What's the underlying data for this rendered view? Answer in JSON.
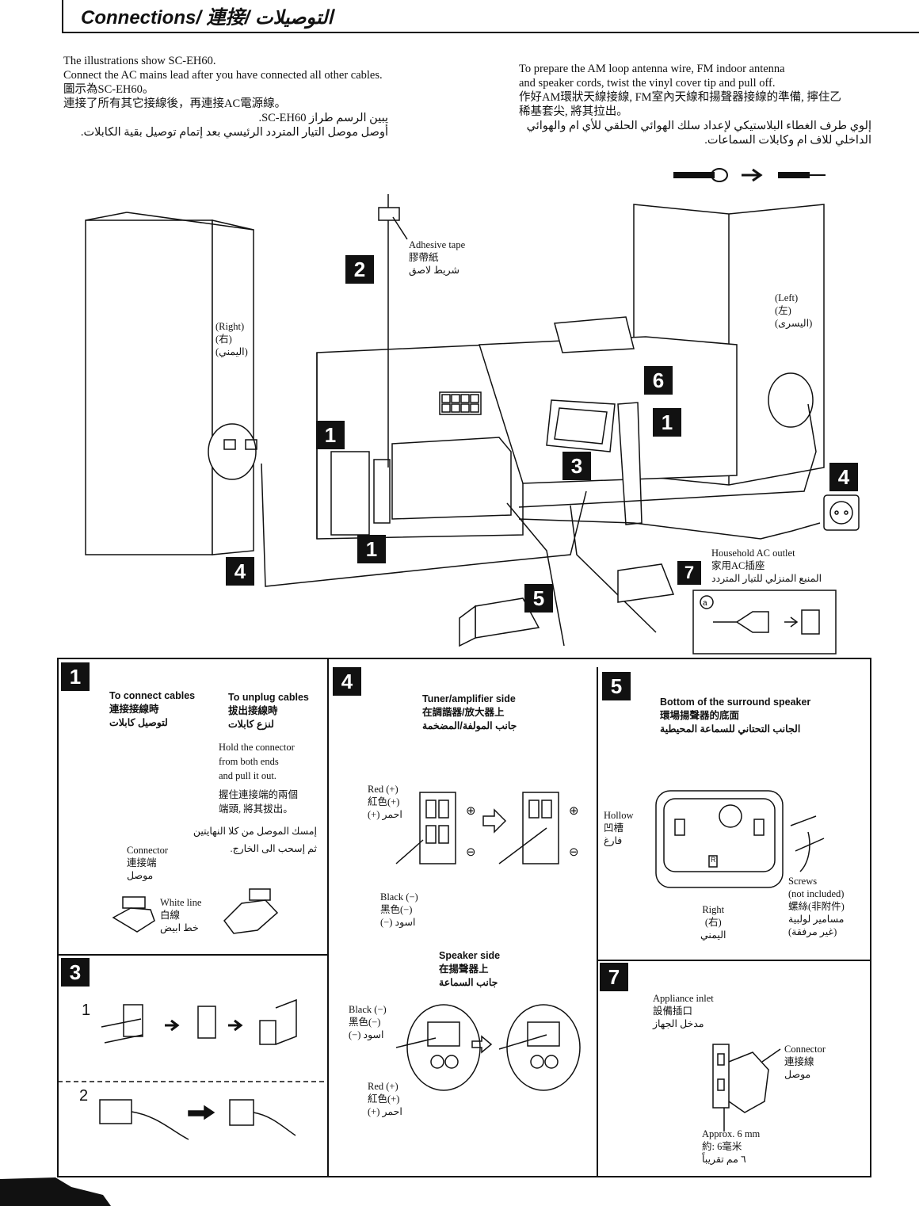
{
  "header": {
    "title": "Connections/ 連接/ التوصيلات"
  },
  "intro_left": {
    "en1": "The illustrations show SC-EH60.",
    "en2": "Connect the AC mains lead after you have connected all other cables.",
    "zh1": "圖示為SC-EH60。",
    "zh2": "連接了所有其它接線後，再連接AC電源線。",
    "ar1": "يبين الرسم طراز SC-EH60.",
    "ar2": "أوصل موصل التيار المتردد الرئيسي بعد إتمام توصيل بقية الكابلات."
  },
  "intro_right": {
    "en1": "To prepare the AM loop antenna wire, FM indoor antenna",
    "en2": "and speaker cords, twist the vinyl cover tip and pull off.",
    "zh1": "作好AM環狀天線接線, FM室內天線和揚聲器接線的準備, 擰住乙",
    "zh2": "稀基套尖, 將其拉出。",
    "ar1": "إلوي طرف الغطاء البلاستيكي لإعداد سلك الهوائي الحلقي للأي ام والهوائي",
    "ar2": "الداخلي للاف ام وكابلات السماعات."
  },
  "diagram": {
    "adhesive_en": "Adhesive tape",
    "adhesive_zh": "膠帶紙",
    "adhesive_ar": "شريط لاصق",
    "right_en": "(Right)",
    "right_zh": "(右)",
    "right_ar": "(اليمني)",
    "left_en": "(Left)",
    "left_zh": "(左)",
    "left_ar": "(اليسرى)",
    "outlet_en": "Household AC outlet",
    "outlet_zh": "家用AC插座",
    "outlet_ar": "المنبع المنزلي للتيار المتردد",
    "badge_a": "a",
    "callouts": [
      "2",
      "1",
      "6",
      "3",
      "1",
      "1",
      "4",
      "4",
      "5",
      "7"
    ]
  },
  "panel1": {
    "num": "1",
    "connect_en": "To connect cables",
    "connect_zh": "連接接線時",
    "connect_ar": "لتوصيل كابلات",
    "unplug_en": "To unplug cables",
    "unplug_zh": "拔出接線時",
    "unplug_ar": "لنزع كابلات",
    "hold_en1": "Hold the connector",
    "hold_en2": "from both ends",
    "hold_en3": "and pull it out.",
    "hold_zh1": "握住連接端的兩個",
    "hold_zh2": "端頭, 將其拔出。",
    "hold_ar1": "إمسك الموصل من كلا النهايتين",
    "hold_ar2": "ثم إسحب الى الخارج.",
    "connector_en": "Connector",
    "connector_zh": "連接端",
    "connector_ar": "موصل",
    "white_en": "White line",
    "white_zh": "白線",
    "white_ar": "خط ابيض"
  },
  "panel3": {
    "num": "3",
    "step1": "1",
    "step2": "2"
  },
  "panel4": {
    "num": "4",
    "tuner_en": "Tuner/amplifier side",
    "tuner_zh": "在調諧器/放大器上",
    "tuner_ar": "جانب المولفة/المضخمة",
    "red_en": "Red (+)",
    "red_zh": "紅色(+)",
    "red_ar": "(+) احمر",
    "black_en": "Black (−)",
    "black_zh": "黑色(−)",
    "black_ar": "(−) اسود",
    "plus": "⊕",
    "minus": "⊖",
    "speaker_en": "Speaker side",
    "speaker_zh": "在揚聲器上",
    "speaker_ar": "جانب السماعة",
    "black2_en": "Black (−)",
    "black2_zh": "黑色(−)",
    "black2_ar": "(−) اسود",
    "red2_en": "Red (+)",
    "red2_zh": "紅色(+)",
    "red2_ar": "(+) احمر"
  },
  "panel5": {
    "num": "5",
    "title_en": "Bottom of the surround speaker",
    "title_zh": "環場揚聲器的底面",
    "title_ar": "الجانب التحتاني للسماعة المحيطية",
    "hollow_en": "Hollow",
    "hollow_zh": "凹槽",
    "hollow_ar": "فارغ",
    "right_en": "Right",
    "right_zh": "(右)",
    "right_ar": "اليمني",
    "screws_en1": "Screws",
    "screws_en2": "(not included)",
    "screws_zh": "螺絲(非附件)",
    "screws_ar1": "مسامير لولبية",
    "screws_ar2": "(غير مرفقة)",
    "mark_r": "R"
  },
  "panel7": {
    "num": "7",
    "inlet_en": "Appliance inlet",
    "inlet_zh": "設備插口",
    "inlet_ar": "مدخل الجهاز",
    "connector_en": "Connector",
    "connector_zh": "連接線",
    "connector_ar": "موصل",
    "approx_en": "Approx. 6 mm",
    "approx_zh": "約: 6毫米",
    "approx_ar": "٦ مم تقريباً"
  }
}
